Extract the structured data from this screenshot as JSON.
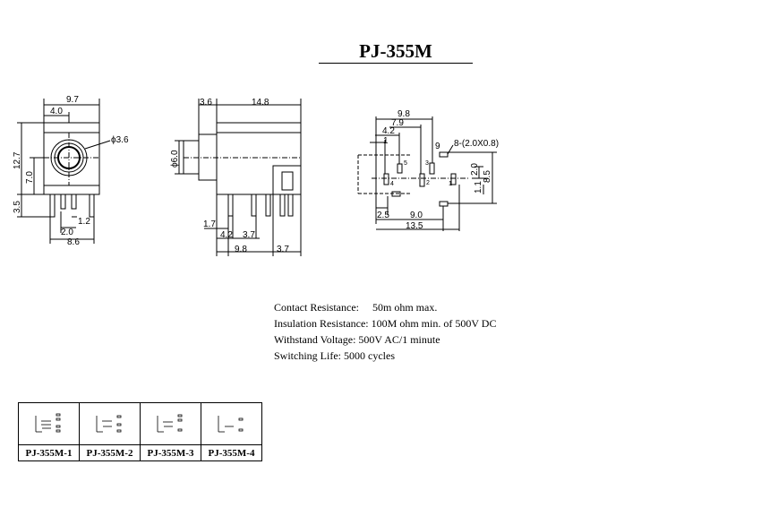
{
  "title": "PJ-355M",
  "front_view": {
    "width_total": "9.7",
    "width_inner": "4.0",
    "hole_diameter": "ϕ3.6",
    "height_total": "12.7",
    "center_height": "7.0",
    "pin_length": "3.5",
    "pin_width": "1.2",
    "pin_offset": "2.0",
    "base_width": "8.6"
  },
  "side_view": {
    "barrel_length": "3.6",
    "body_length": "14.8",
    "barrel_diameter": "ϕ6.0",
    "dim_1_7": "1.7",
    "dim_4_2": "4.2",
    "dim_3_7_top": "3.7",
    "dim_9_8": "9.8",
    "dim_3_7_bottom": "3.7"
  },
  "footprint": {
    "dim_9_8": "9.8",
    "dim_7_9": "7.9",
    "dim_4_2": "4.2",
    "dim_1": "1",
    "dim_9": "9",
    "slot_spec": "8-(2.0X0.8)",
    "dim_2_0": "2.0",
    "dim_8_5": "8.5",
    "dim_1_1": "1.1",
    "dim_2_5": "2.5",
    "dim_9_0": "9.0",
    "dim_13_5": "13.5",
    "pins": [
      "5",
      "3",
      "4",
      "2",
      "1"
    ]
  },
  "specs": [
    {
      "label": "Contact Resistance:",
      "value": "50m ohm max."
    },
    {
      "label": "Insulation Resistance:",
      "value": "100M ohm min. of 500V DC"
    },
    {
      "label": "Withstand Voltage:",
      "value": "500V AC/1 minute"
    },
    {
      "label": "Switching Life:",
      "value": "5000 cycles"
    }
  ],
  "variants": [
    {
      "name": "PJ-355M-1",
      "contacts": 4
    },
    {
      "name": "PJ-355M-2",
      "contacts": 3
    },
    {
      "name": "PJ-355M-3",
      "contacts": 3
    },
    {
      "name": "PJ-355M-4",
      "contacts": 2
    }
  ]
}
